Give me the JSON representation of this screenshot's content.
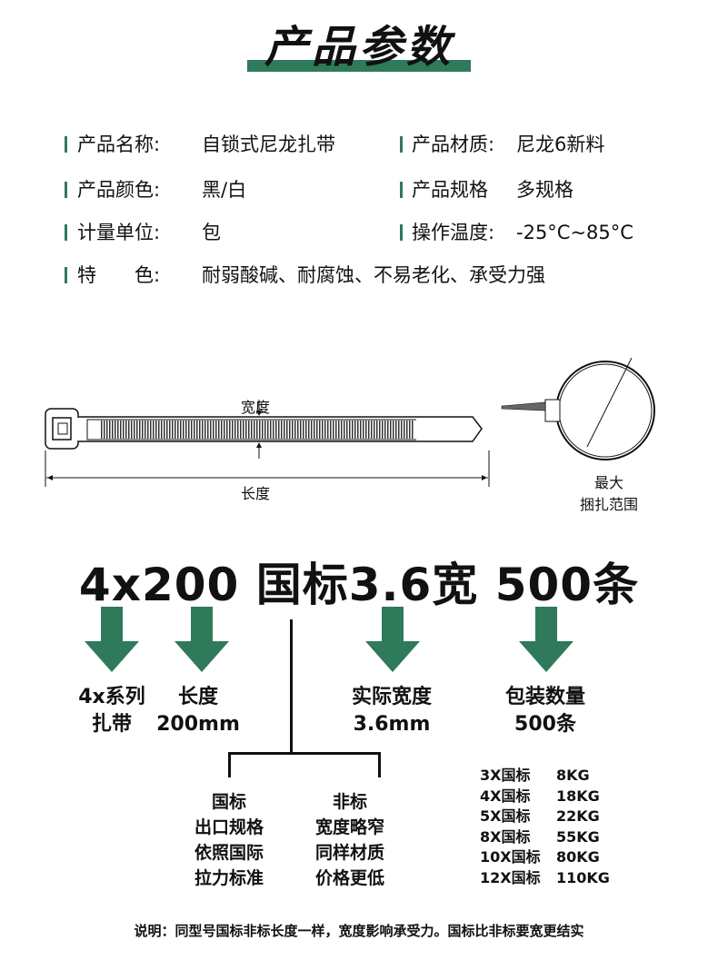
{
  "title": "产品参数",
  "specs": {
    "left": [
      {
        "label": "产品名称:",
        "value": "自锁式尼龙扎带"
      },
      {
        "label": "产品颜色:",
        "value": "黑/白"
      },
      {
        "label": "计量单位:",
        "value": "包"
      },
      {
        "label": "特　　色:",
        "value": "耐弱酸碱、耐腐蚀、不易老化、承受力强"
      }
    ],
    "right": [
      {
        "label": "产品材质:",
        "value": "尼龙6新料"
      },
      {
        "label": "产品规格",
        "value": "多规格"
      },
      {
        "label": "操作温度:",
        "value": "-25°C~85°C"
      }
    ]
  },
  "diagram": {
    "width_label": "宽度",
    "length_label": "长度",
    "max_range_line1": "最大",
    "max_range_line2": "捆扎范围"
  },
  "model": "4x200 国标3.6宽 500条",
  "breakdown": [
    {
      "line1": "4x系列",
      "line2": "扎带"
    },
    {
      "line1": "长度",
      "line2": "200mm"
    },
    {
      "line1": "实际宽度",
      "line2": "3.6mm"
    },
    {
      "line1": "包装数量",
      "line2": "500条"
    }
  ],
  "standard": {
    "title": "国标",
    "lines": [
      "出口规格",
      "依照国际",
      "拉力标准"
    ]
  },
  "nonstandard": {
    "title": "非标",
    "lines": [
      "宽度略窄",
      "同样材质",
      "价格更低"
    ]
  },
  "tension_table": [
    {
      "spec": "3X国标",
      "value": "8KG"
    },
    {
      "spec": "4X国标",
      "value": "18KG"
    },
    {
      "spec": "5X国标",
      "value": "22KG"
    },
    {
      "spec": "8X国标",
      "value": "55KG"
    },
    {
      "spec": "10X国标",
      "value": "80KG"
    },
    {
      "spec": "12X国标",
      "value": "110KG"
    }
  ],
  "footer": "说明：同型号国标非标长度一样，宽度影响承受力。国标比非标要宽更结实",
  "colors": {
    "accent": "#2f7a5a"
  }
}
